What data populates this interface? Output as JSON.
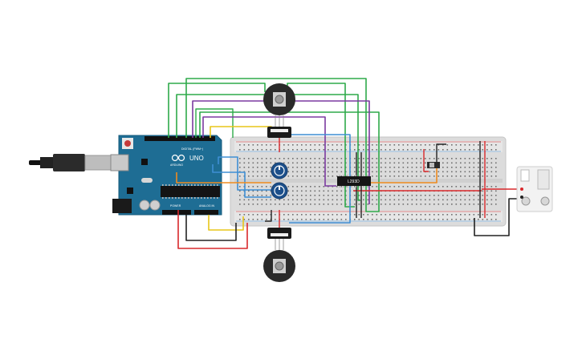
{
  "board": {
    "name_label": "UNO",
    "maker_label": "ARDUINO",
    "digital_label": "DIGITAL (PWM~)",
    "power_label": "POWER",
    "analog_label": "ANALOG IN"
  },
  "driver_chip": {
    "label": "L293D"
  },
  "colors": {
    "board": "#1e6d94",
    "breadboard": "#dcdcdc",
    "wire_green": "#2eaa4a",
    "wire_purple": "#7b3aa0",
    "wire_yellow": "#e8c619",
    "wire_blue": "#3e8fd4",
    "wire_orange": "#ef8b1e",
    "wire_red": "#d9282b",
    "wire_black": "#222222",
    "knob": "#1c4f8a"
  },
  "icons": [
    "usb-cable-icon",
    "dc-motor-icon",
    "potentiometer-icon",
    "slide-switch-icon",
    "battery-icon"
  ]
}
